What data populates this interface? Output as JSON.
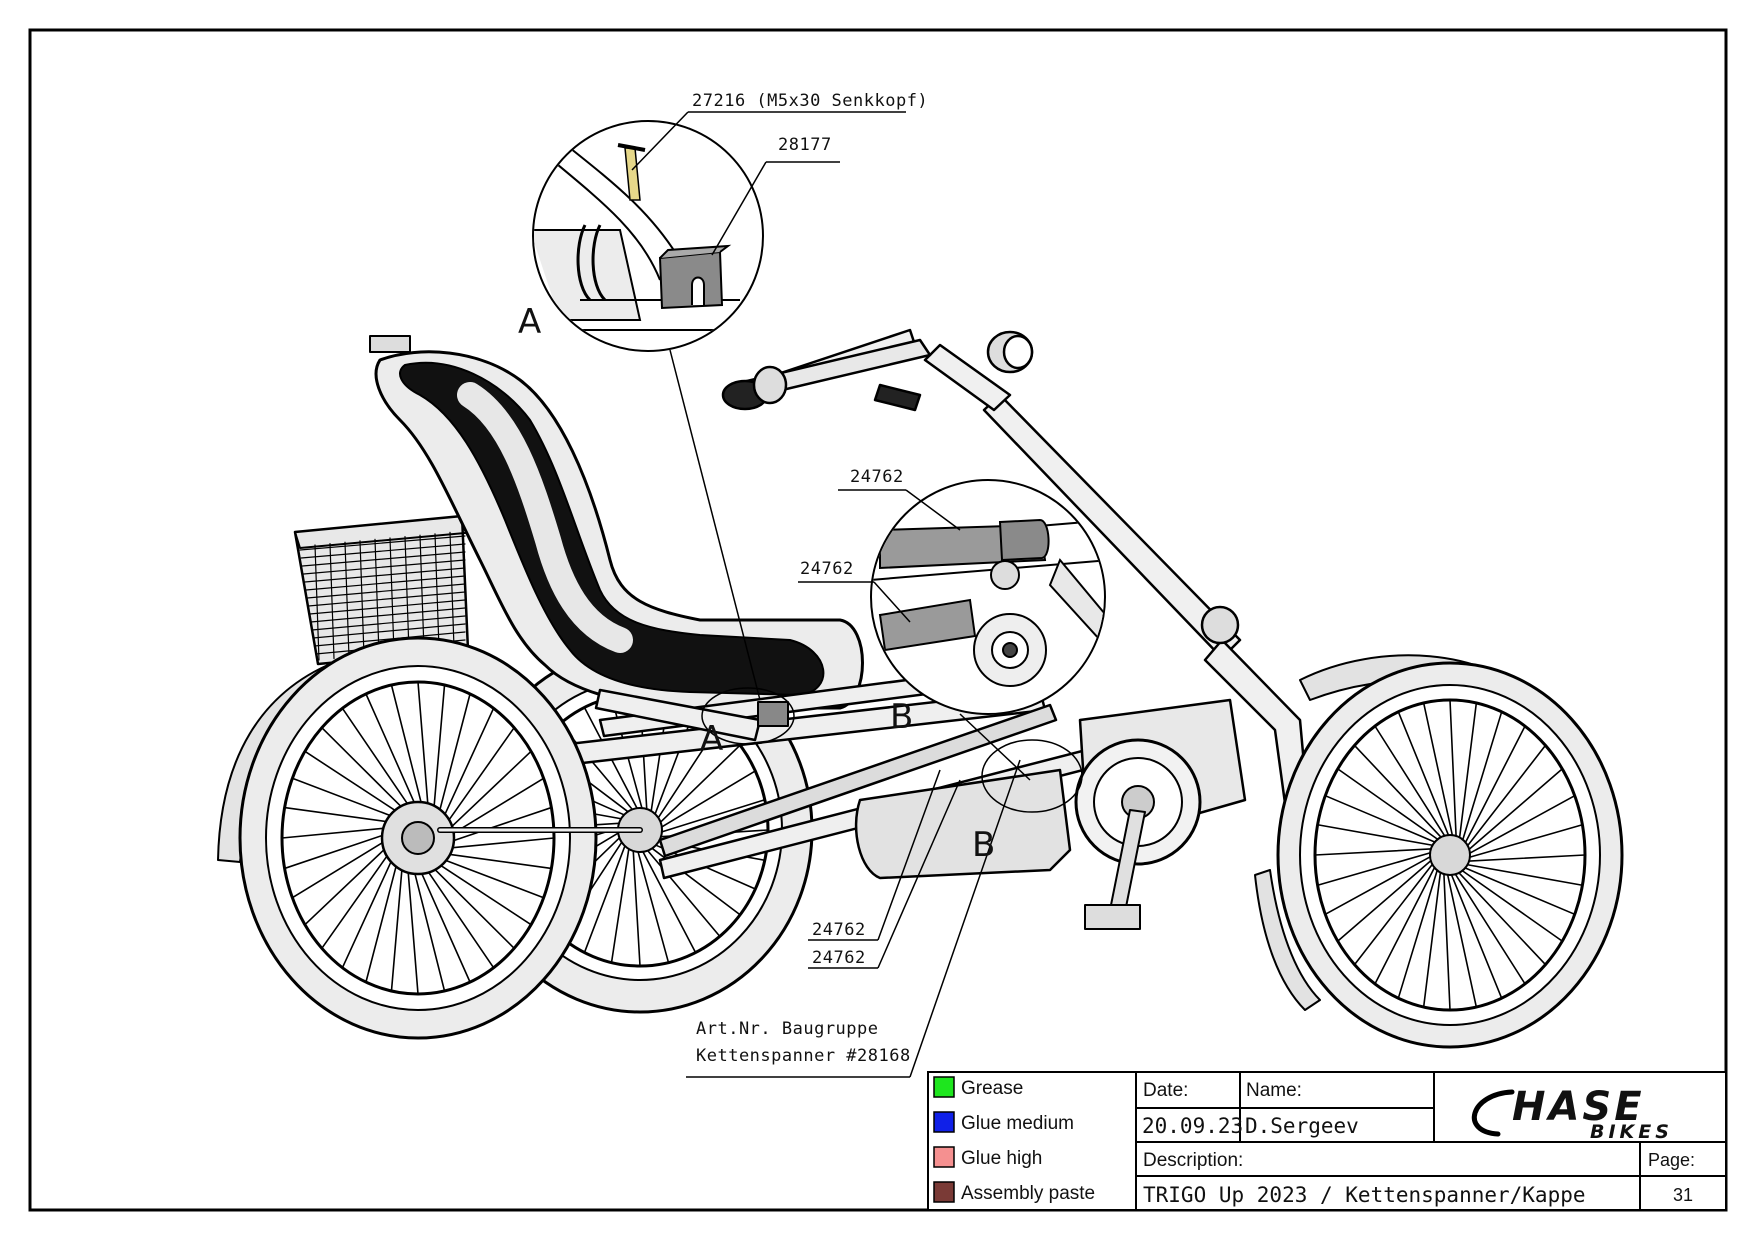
{
  "callouts": {
    "screw": "27216 (M5x30 Senkkopf)",
    "cap": "28177",
    "detail_b_upper": "24762",
    "detail_b_lower": "24762",
    "main_upper": "24762",
    "main_lower": "24762",
    "assembly_line1": "Art.Nr. Baugruppe",
    "assembly_line2": "Kettenspanner #28168"
  },
  "detail_labels": {
    "a_view": "A",
    "a_section": "A",
    "b_view": "B",
    "b_section": "B"
  },
  "legend": [
    {
      "label": "Grease",
      "color": "#1ee61e"
    },
    {
      "label": "Glue medium",
      "color": "#1020e8"
    },
    {
      "label": "Glue high",
      "color": "#f59090"
    },
    {
      "label": "Assembly paste",
      "color": "#7a3a36"
    }
  ],
  "title_block": {
    "date_label": "Date:",
    "date_value": "20.09.23",
    "name_label": "Name:",
    "name_value": "D.Sergeev",
    "description_label": "Description:",
    "description_value": "TRIGO Up 2023 / Kettenspanner/Kappe",
    "page_label": "Page:",
    "page_value": "31"
  },
  "logo": {
    "main": "HASE",
    "sub": "BIKES"
  }
}
